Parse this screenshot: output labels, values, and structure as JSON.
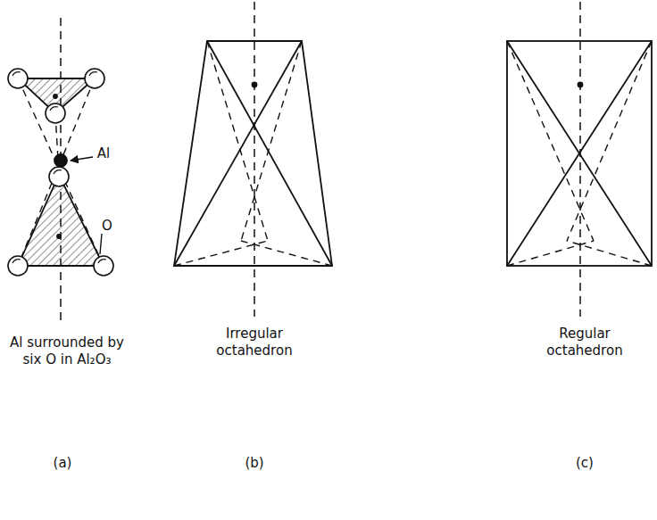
{
  "diagram": {
    "labels": [
      "Al",
      "O",
      "Al surrounded by six O in Al₂O₃",
      "Irregular octahedron",
      "Regular octahedron",
      "(a)",
      "(b)",
      "(c)"
    ]
  }
}
